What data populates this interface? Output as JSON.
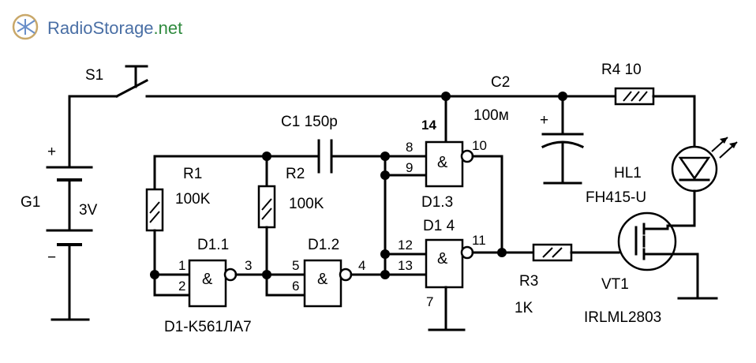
{
  "watermark": {
    "brand": "RadioStorage",
    "suffix": ".net",
    "color_brand": "#4a6fa5",
    "color_suffix": "#2f8a3e"
  },
  "components": {
    "switch": "S1",
    "battery_name": "G1",
    "battery_value": "3V",
    "battery_plus": "+",
    "battery_minus": "−",
    "c1": "C1 150p",
    "c2_name": "C2",
    "c2_value": "100м",
    "c2_plus": "+",
    "r1_name": "R1",
    "r1_value": "100K",
    "r2_name": "R2",
    "r2_value": "100K",
    "r3_name": "R3",
    "r3_value": "1K",
    "r4": "R4 10",
    "hl1_name": "HL1",
    "hl1_part": "FH415-U",
    "vt1_name": "VT1",
    "vt1_part": "IRLML2803",
    "d1_1": "D1.1",
    "d1_2": "D1.2",
    "d1_3": "D1.3",
    "d1_4": "D1 4",
    "chip": "D1-K561ЛА7",
    "gate_symbol": "&"
  },
  "pins": {
    "p1": "1",
    "p2": "2",
    "p3": "3",
    "p4": "4",
    "p5": "5",
    "p6": "6",
    "p7": "7",
    "p8": "8",
    "p9": "9",
    "p10": "10",
    "p11": "11",
    "p12": "12",
    "p13": "13",
    "p14": "14"
  }
}
